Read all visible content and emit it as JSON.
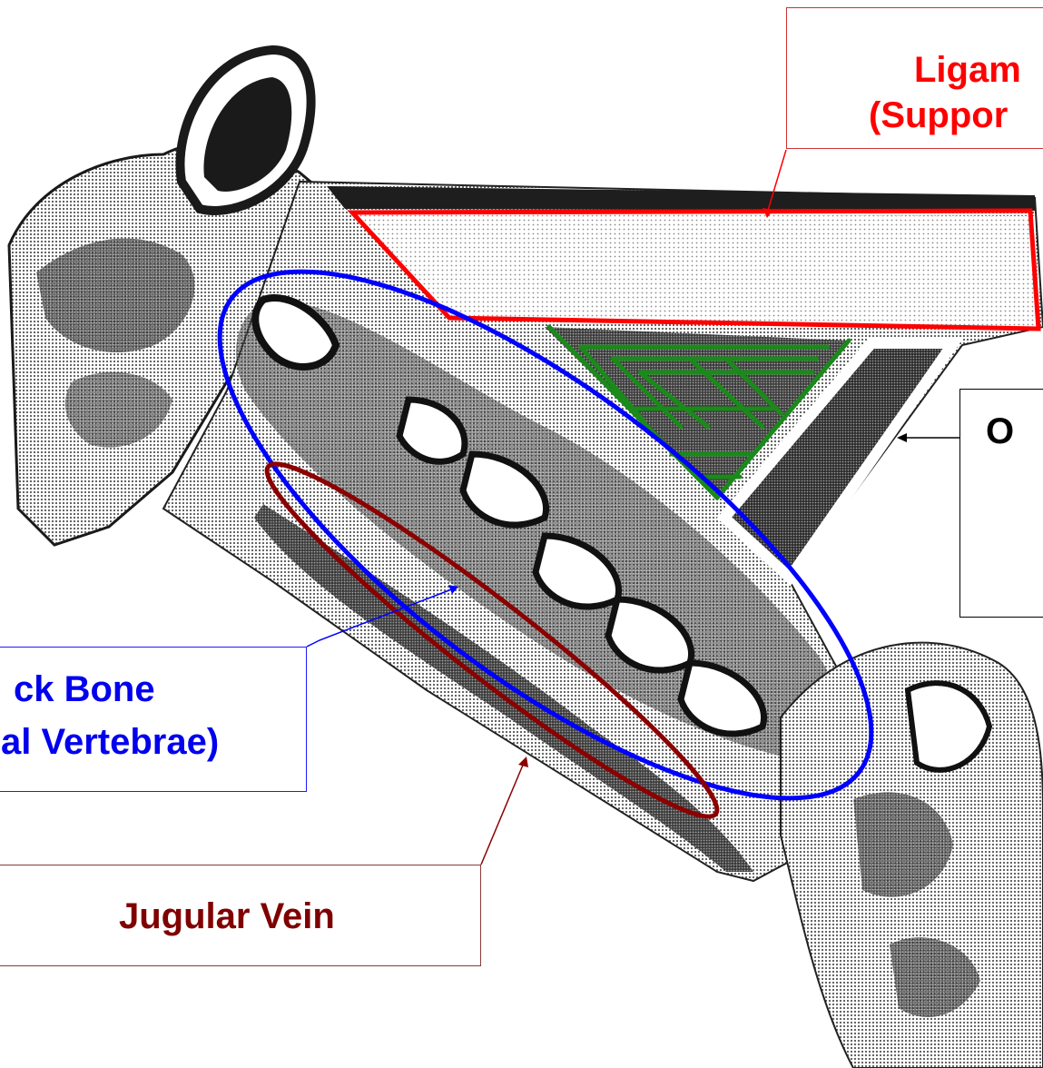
{
  "labels": {
    "ligament_line1": "Ligam",
    "ligament_line2": "(Suppor",
    "other_line1": "O",
    "neck_line1": "ck Bone",
    "neck_line2": "al Vertebrae)",
    "jugular_line1": "Jugular Vein"
  },
  "colors": {
    "ligament": "#ff0000",
    "other": "#000000",
    "neck_bone": "#0000ee",
    "jugular_vein": "#800000",
    "muscle_hatch": "#1a8a1a"
  }
}
